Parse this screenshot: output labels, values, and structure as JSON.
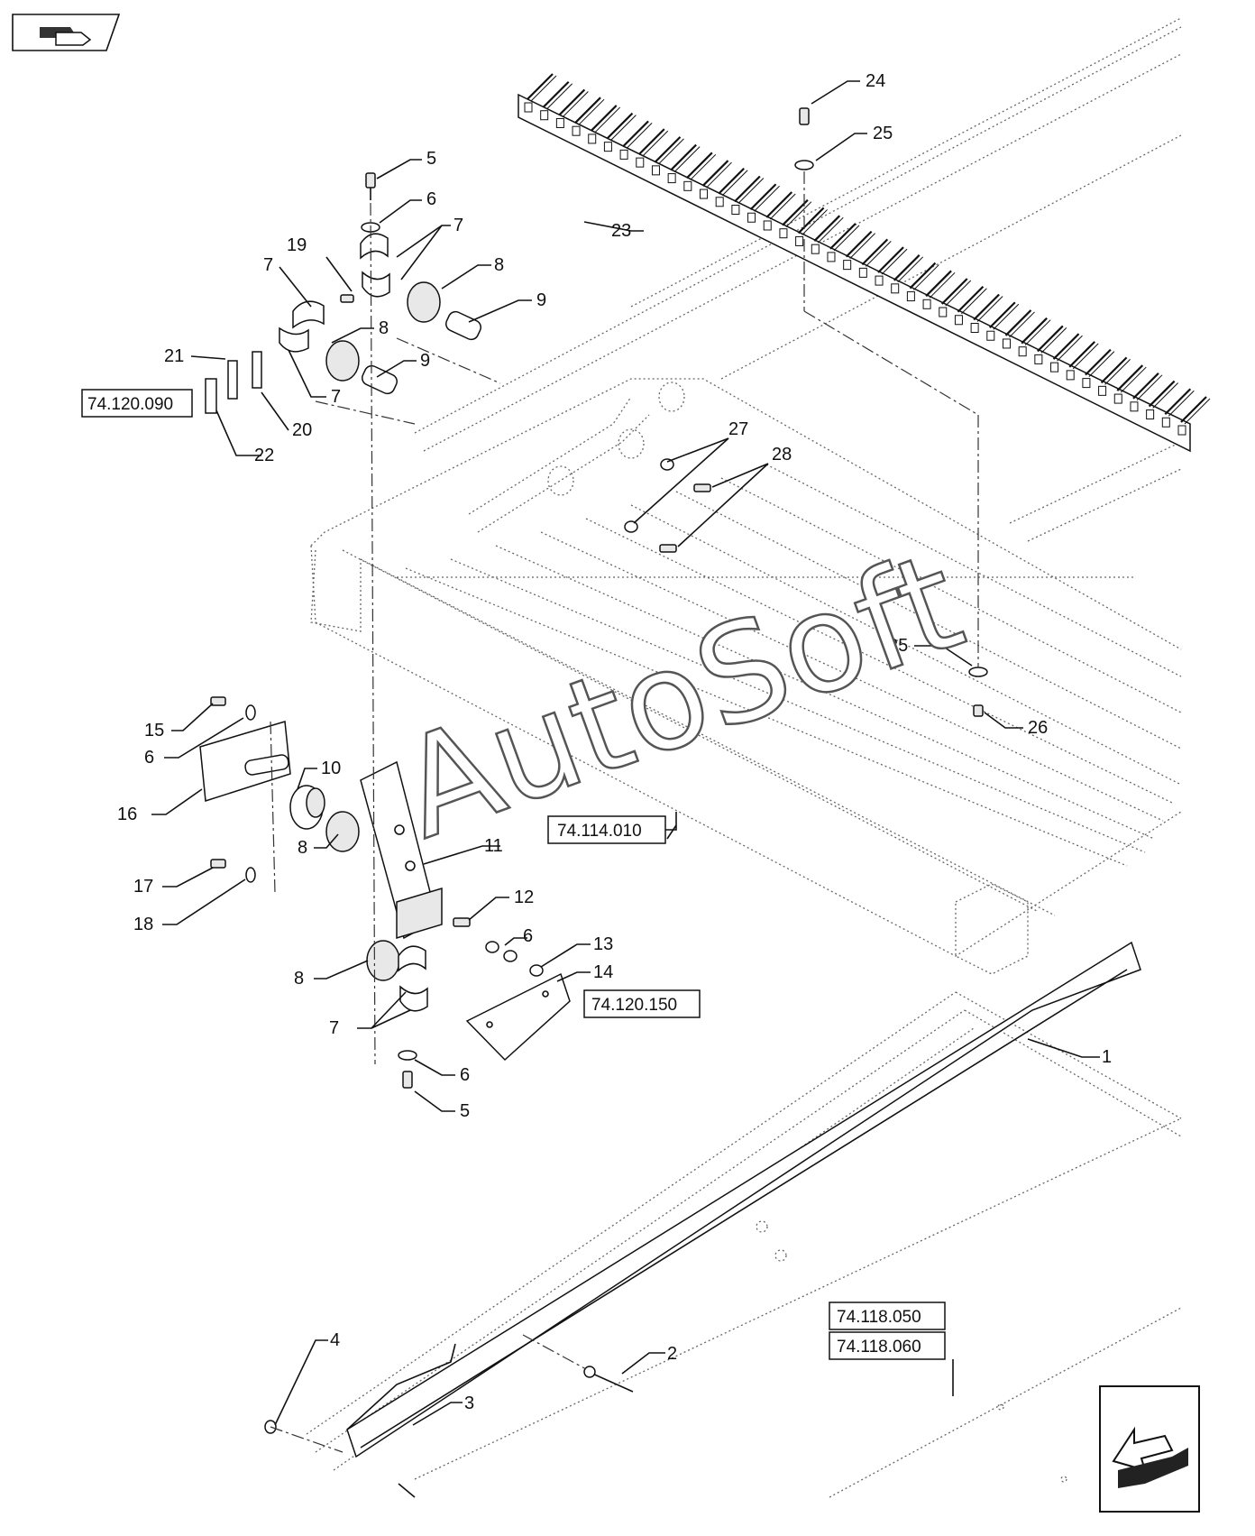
{
  "callouts": [
    {
      "n": "1"
    },
    {
      "n": "2"
    },
    {
      "n": "3"
    },
    {
      "n": "4"
    },
    {
      "n": "5"
    },
    {
      "n": "5"
    },
    {
      "n": "6"
    },
    {
      "n": "6"
    },
    {
      "n": "6"
    },
    {
      "n": "6"
    },
    {
      "n": "7"
    },
    {
      "n": "7"
    },
    {
      "n": "7"
    },
    {
      "n": "7"
    },
    {
      "n": "8"
    },
    {
      "n": "8"
    },
    {
      "n": "8"
    },
    {
      "n": "8"
    },
    {
      "n": "9"
    },
    {
      "n": "9"
    },
    {
      "n": "10"
    },
    {
      "n": "11"
    },
    {
      "n": "12"
    },
    {
      "n": "13"
    },
    {
      "n": "14"
    },
    {
      "n": "15"
    },
    {
      "n": "16"
    },
    {
      "n": "17"
    },
    {
      "n": "18"
    },
    {
      "n": "19"
    },
    {
      "n": "20"
    },
    {
      "n": "21"
    },
    {
      "n": "22"
    },
    {
      "n": "23"
    },
    {
      "n": "24"
    },
    {
      "n": "25"
    },
    {
      "n": "25"
    },
    {
      "n": "26"
    },
    {
      "n": "27"
    },
    {
      "n": "28"
    }
  ],
  "references": [
    "74.120.090",
    "74.114.010",
    "74.120.150",
    "74.118.050",
    "74.118.060"
  ],
  "watermark": "AutoSoft",
  "nav": {
    "top_left_icon": "back-arrow-icon",
    "bottom_right_icon": "next-arrow-icon"
  }
}
